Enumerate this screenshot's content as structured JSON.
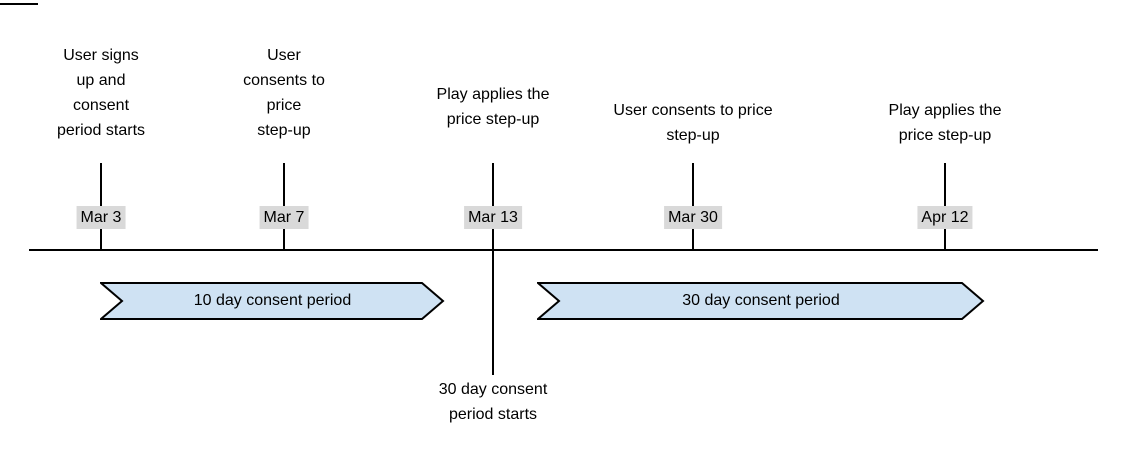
{
  "timeline": {
    "events": [
      {
        "date": "Mar 3",
        "label": "User signs\nup and\nconsent\nperiod starts"
      },
      {
        "date": "Mar 7",
        "label": "User\nconsents to\nprice\nstep-up"
      },
      {
        "date": "Mar 13",
        "label": "Play applies the\nprice step-up",
        "note": "30 day consent\nperiod starts"
      },
      {
        "date": "Mar 30",
        "label": "User consents to price\nstep-up"
      },
      {
        "date": "Apr 12",
        "label": "Play applies the\nprice step-up"
      }
    ],
    "periods": [
      {
        "label": "10 day consent period"
      },
      {
        "label": "30 day consent period"
      }
    ],
    "colors": {
      "period_fill": "#cfe2f3",
      "period_border": "#000000",
      "date_label_bg": "#d9d9d9",
      "line": "#000000",
      "text": "#000000"
    }
  }
}
